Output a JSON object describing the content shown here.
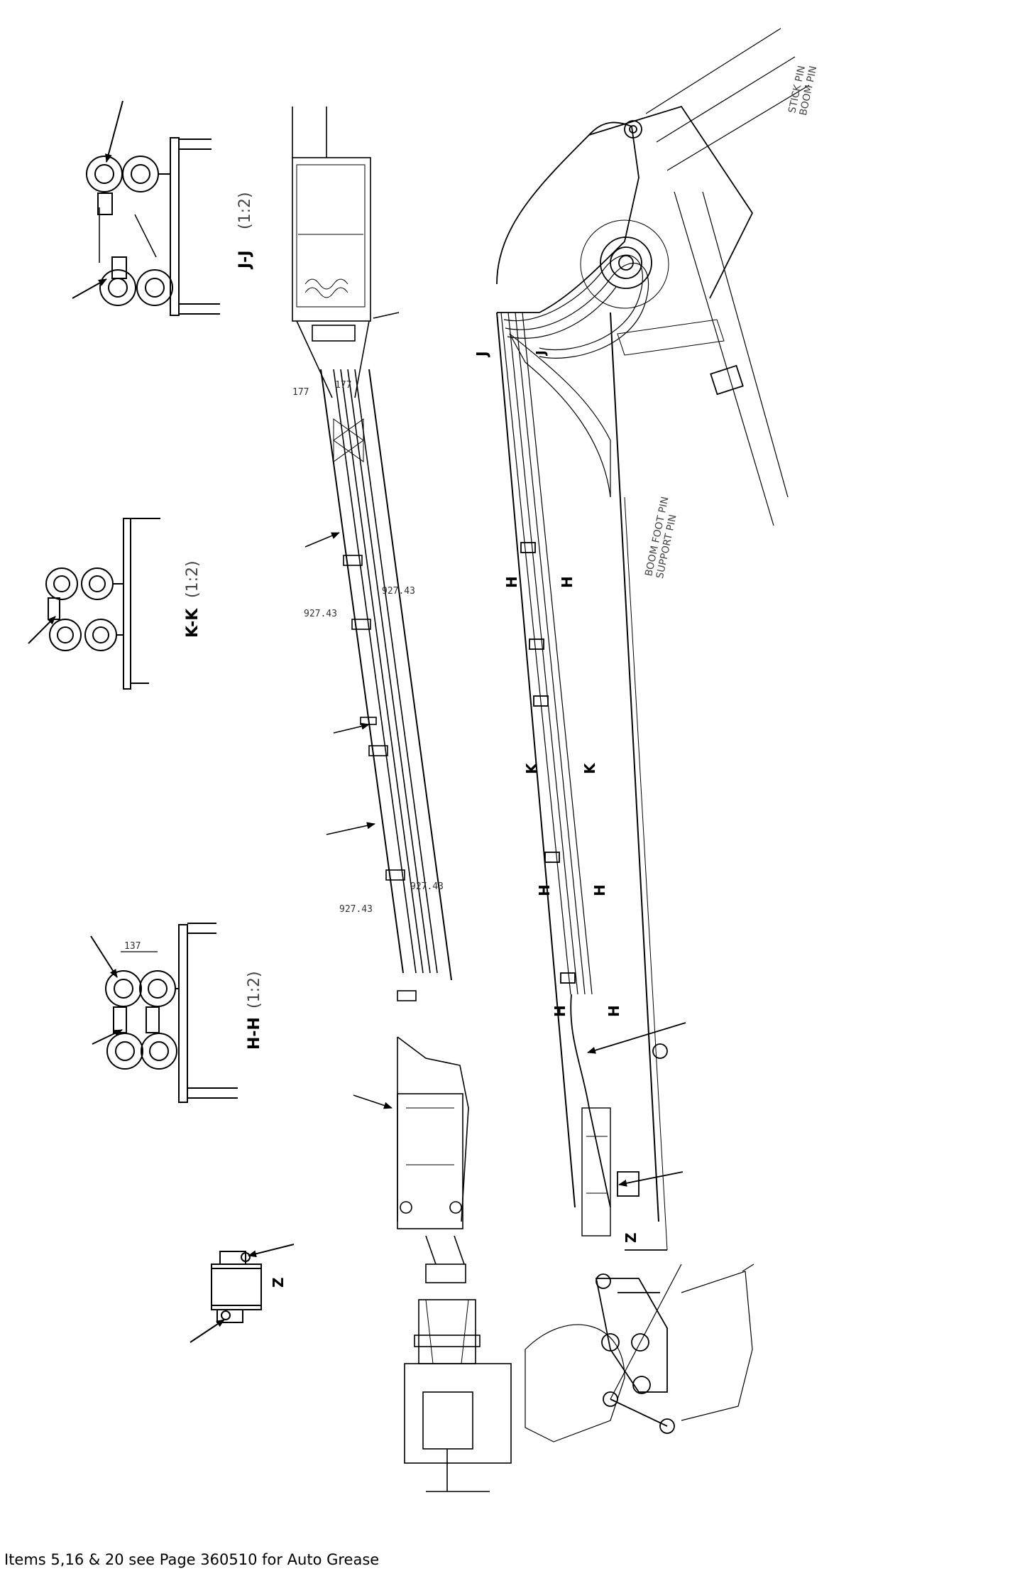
{
  "caption": "Items 5,16 & 20 see Page 360510 for Auto Grease",
  "section_views": {
    "jj": {
      "title": "J-J",
      "scale": "(1:2)"
    },
    "kk": {
      "title": "K-K",
      "scale": "(1:2)"
    },
    "hh": {
      "title": "H-H",
      "scale": "(1:2)"
    },
    "z": {
      "title": "Z"
    }
  },
  "markers": {
    "j": "J",
    "h": "H",
    "k": "K",
    "z": "Z"
  },
  "dimensions": [
    "177",
    "177",
    "927.43",
    "927.43",
    "927.43",
    "927.43"
  ],
  "boom_notes": [
    "BOOM FOOT PIN",
    "SUPPORT PIN",
    "STICK PIN"
  ],
  "small_notes": {
    "stick_pin_tag": "BOOM PIN"
  }
}
